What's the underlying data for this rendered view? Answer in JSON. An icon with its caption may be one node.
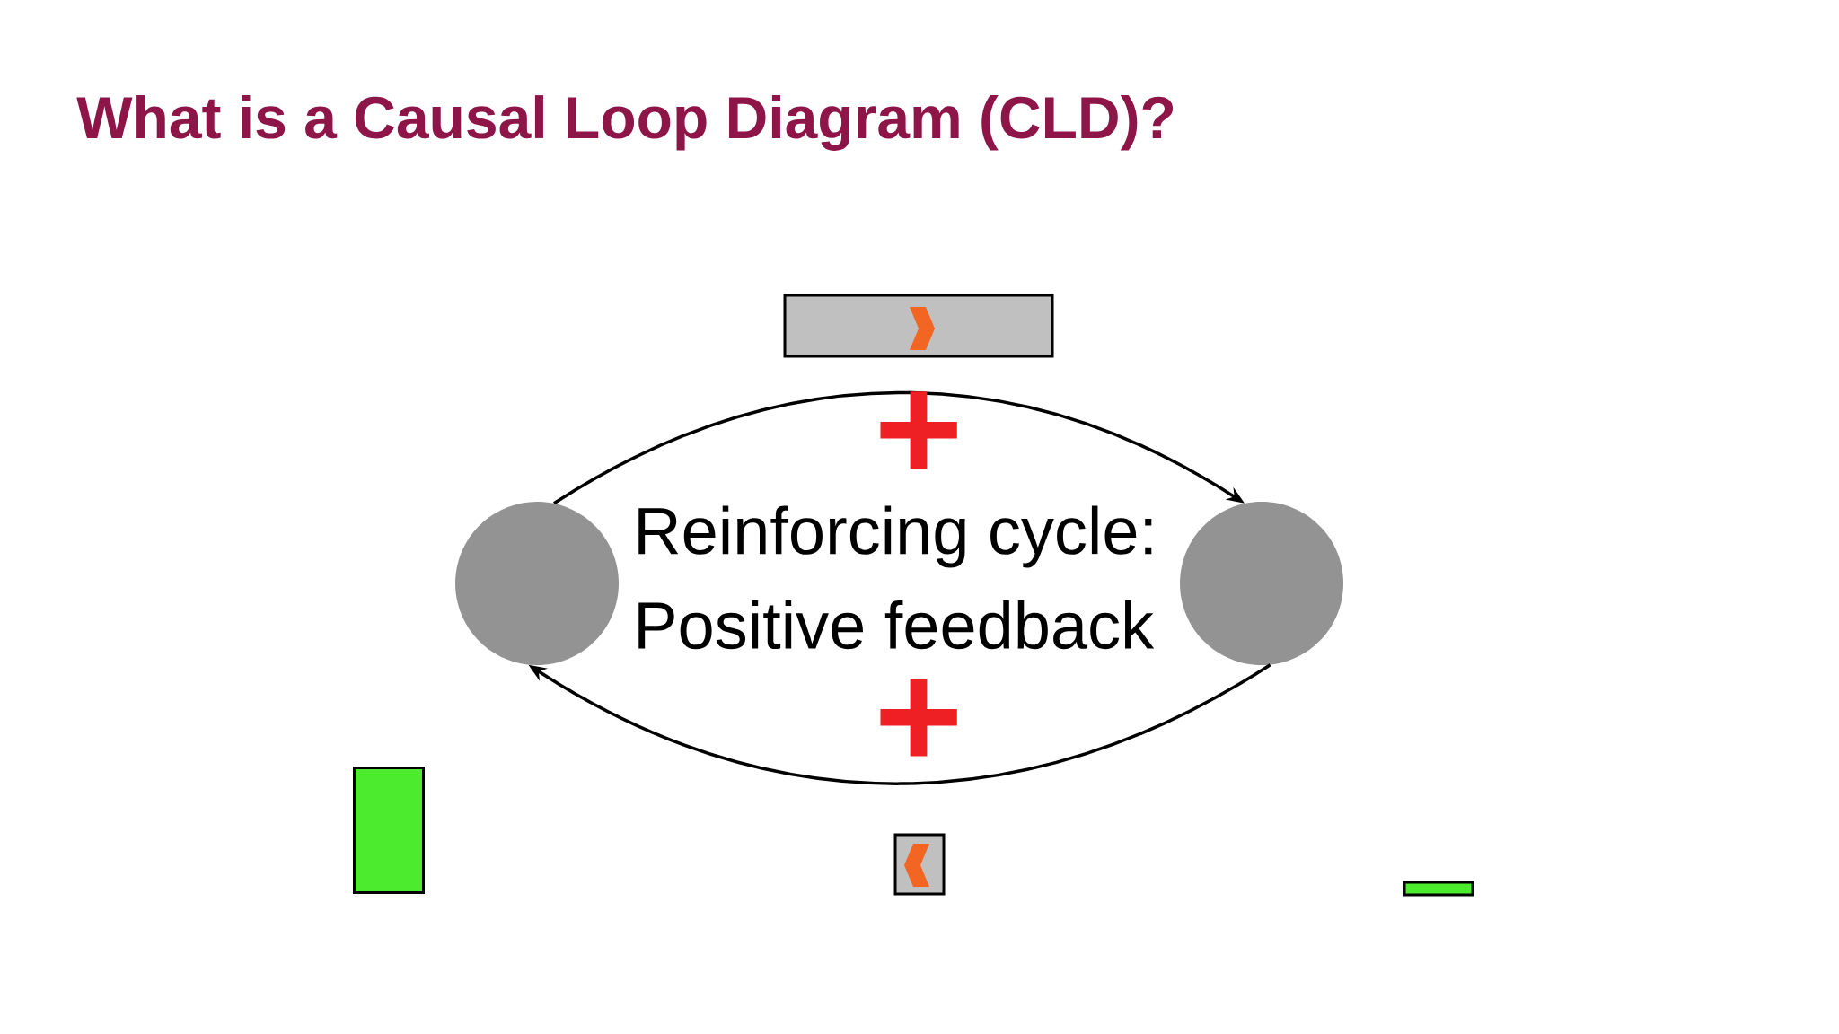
{
  "diagram": {
    "title": "What is a Causal Loop Diagram (CLD)?",
    "nodes": [
      {
        "text": [],
        "shape": "circle"
      },
      {
        "text": [],
        "shape": "circle"
      },
      {
        "text": [],
        "shape": "bar"
      },
      {
        "text": [],
        "shape": "bar"
      }
    ],
    "edges": [
      {
        "from": 0,
        "to": 1,
        "arrow": "to",
        "label": "+"
      },
      {
        "from": 1,
        "to": 0,
        "arrow": "to",
        "label": "+"
      }
    ],
    "labels": [
      "Reinforcing cycle:",
      "Positive feedback"
    ]
  }
}
